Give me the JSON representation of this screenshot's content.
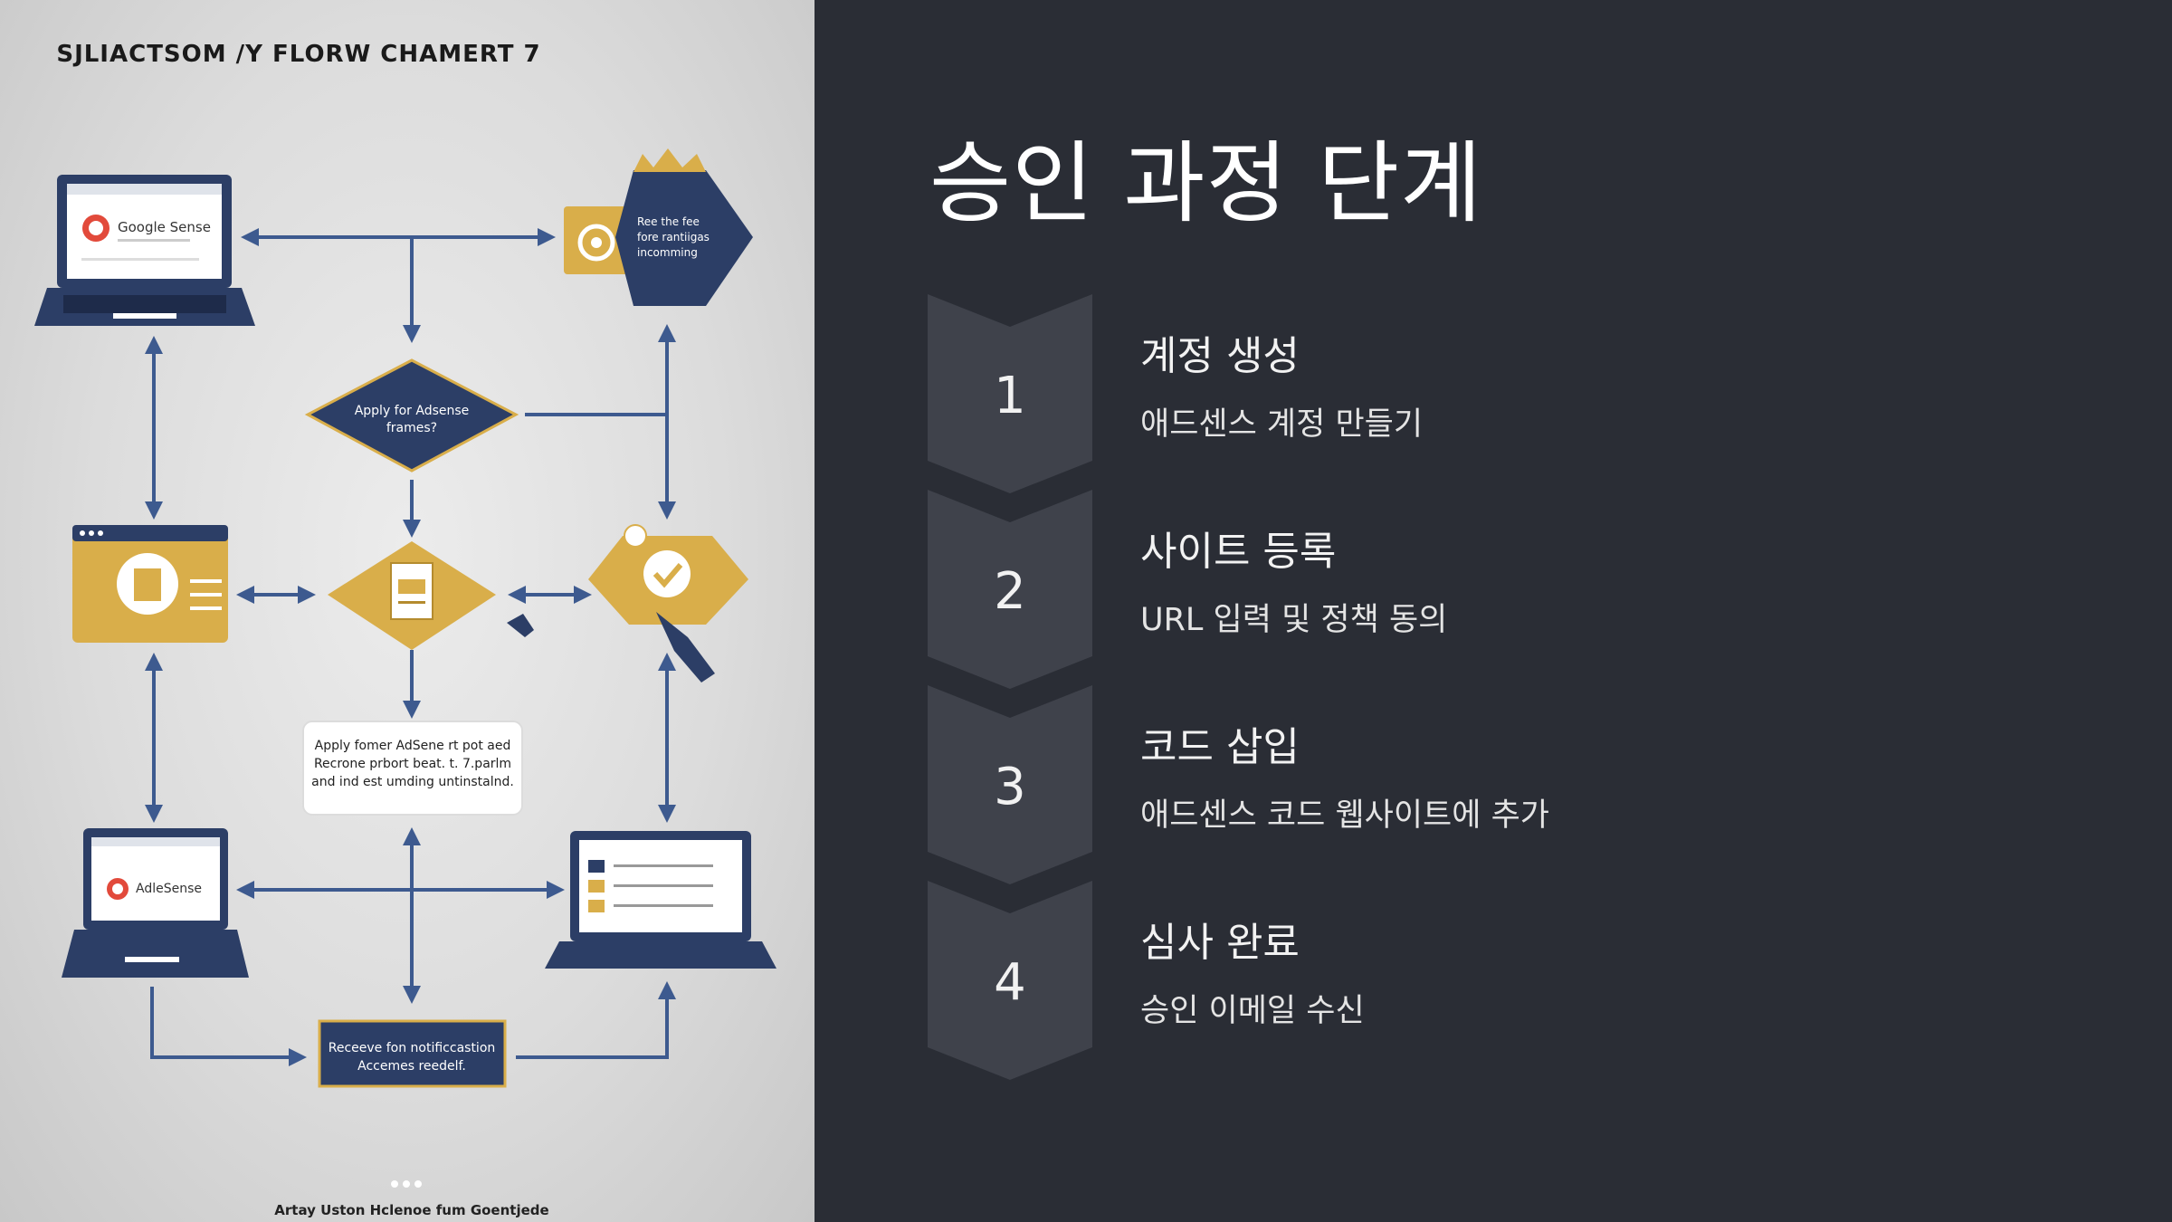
{
  "slide": {
    "title": "승인 과정 단계"
  },
  "steps": [
    {
      "number": "1",
      "title": "계정 생성",
      "description": "애드센스 계정 만들기"
    },
    {
      "number": "2",
      "title": "사이트 등록",
      "description": "URL 입력 및 정책 동의"
    },
    {
      "number": "3",
      "title": "코드 삽입",
      "description": "애드센스 코드 웹사이트에 추가"
    },
    {
      "number": "4",
      "title": "심사 완료",
      "description": "승인 이메일 수신"
    }
  ],
  "flowchart": {
    "heading": "SJLIACTSOM /Y FLORW CHAMERT 7",
    "laptop_top_label": "Google Sense",
    "laptop_bottom_label": "AdleSense",
    "diamond_label_line1": "Apply for Adsense",
    "diamond_label_line2": "frames?",
    "badge_line1": "Ree the fee",
    "badge_line2": "fore rantiigas",
    "badge_line3": "incomming",
    "note_line1": "Apply fomer AdSene rt pot aed",
    "note_line2": "Recrone prbort beat. t. 7.parlm",
    "note_line3": "and ind est umding untinstalnd.",
    "final_line1": "Receeve fon notificcastion",
    "final_line2": "Accemes reedelf.",
    "footer": "Artay Uston Hclenoe fum Goentjede",
    "colors": {
      "navy": "#2c3e66",
      "gold": "#d9ae4a",
      "arrow": "#3d5a8f",
      "chevron": "#3f424b"
    }
  }
}
